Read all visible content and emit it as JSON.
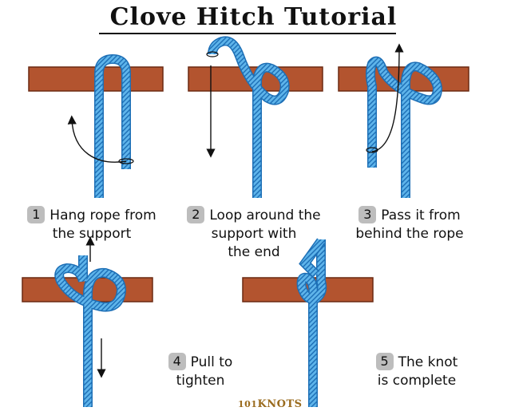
{
  "title": "Clove Hitch Tutorial",
  "colors": {
    "support_fill": "#b3542f",
    "support_stroke": "#6b2a12",
    "rope_fill": "#5eb4ea",
    "rope_stroke": "#1d6fb6",
    "arrow": "#111111"
  },
  "steps": [
    {
      "number": "1",
      "lines": [
        "Hang rope from",
        "the support"
      ]
    },
    {
      "number": "2",
      "lines": [
        "Loop around the",
        "support with",
        "the end"
      ]
    },
    {
      "number": "3",
      "lines": [
        "Pass it from",
        "behind the rope"
      ]
    },
    {
      "number": "4",
      "lines": [
        "Pull to",
        "tighten"
      ]
    },
    {
      "number": "5",
      "lines": [
        "The knot",
        "is complete"
      ]
    }
  ],
  "logo": {
    "prefix": "101",
    "name": "KNOTS"
  }
}
